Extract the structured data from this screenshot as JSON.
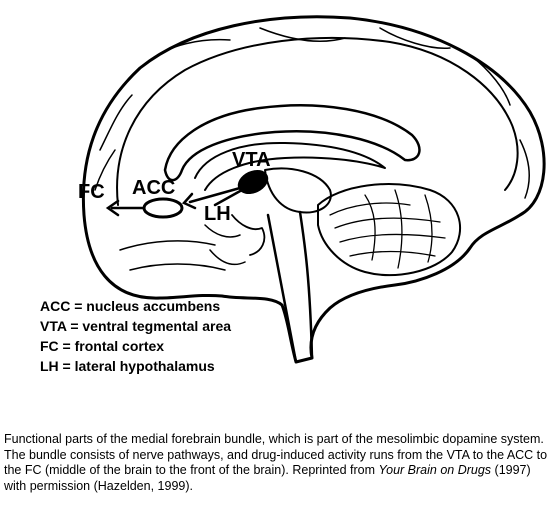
{
  "diagram": {
    "labels": {
      "fc": "FC",
      "acc": "ACC",
      "vta": "VTA",
      "lh": "LH"
    }
  },
  "legend": [
    "ACC = nucleus accumbens",
    "VTA = ventral tegmental area",
    "FC = frontal cortex",
    "LH = lateral hypothalamus"
  ],
  "caption": {
    "text_start": "Functional parts of the medial forebrain bundle, which is part of the mesolimbic dopamine system. The bundle consists of nerve pathways, and drug-induced activity runs from the VTA to the ACC to the FC (middle of the brain to the front of the brain). Reprinted from ",
    "book_title": "Your Brain on Drugs",
    "text_end": " (1997) with permission (Hazelden, 1999)."
  }
}
